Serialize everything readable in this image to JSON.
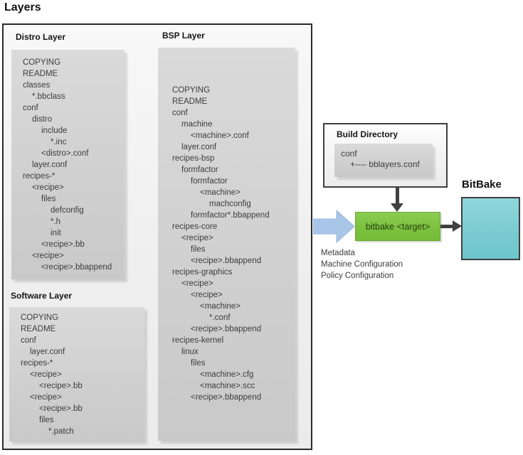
{
  "title": "Layers",
  "colors": {
    "bitbake_command_fill": "#7cc23f",
    "bitbake_command_border": "#69a933",
    "bitbake_output_fill": "#7bcbd1",
    "block_arrow_fill": "#a9c6e8",
    "connector_arrow": "#404040",
    "tree_box_fill": "#d0d0d0",
    "outer_box_fill": "#efefef"
  },
  "layers": {
    "distro": {
      "label": "Distro Layer",
      "items": [
        {
          "level": 0,
          "text": "COPYING"
        },
        {
          "level": 0,
          "text": "README"
        },
        {
          "level": 0,
          "text": "classes"
        },
        {
          "level": 1,
          "text": "*.bbclass"
        },
        {
          "level": 0,
          "text": "conf"
        },
        {
          "level": 1,
          "text": "distro"
        },
        {
          "level": 2,
          "text": "include"
        },
        {
          "level": 3,
          "text": "*.inc"
        },
        {
          "level": 2,
          "text": "<distro>.conf"
        },
        {
          "level": 1,
          "text": "layer.conf"
        },
        {
          "level": 0,
          "text": "recipes-*"
        },
        {
          "level": 1,
          "text": "<recipe>"
        },
        {
          "level": 2,
          "text": "files"
        },
        {
          "level": 3,
          "text": "defconfig"
        },
        {
          "level": 3,
          "text": "*.h"
        },
        {
          "level": 3,
          "text": "init"
        },
        {
          "level": 2,
          "text": "<recipe>.bb"
        },
        {
          "level": 1,
          "text": "<recipe>"
        },
        {
          "level": 2,
          "text": "<recipe>.bbappend"
        }
      ]
    },
    "bsp": {
      "label": "BSP Layer",
      "items": [
        {
          "level": 0,
          "text": "COPYING"
        },
        {
          "level": 0,
          "text": "README"
        },
        {
          "level": 0,
          "text": "conf"
        },
        {
          "level": 1,
          "text": "machine"
        },
        {
          "level": 2,
          "text": "<machine>.conf"
        },
        {
          "level": 1,
          "text": "layer.conf"
        },
        {
          "level": 0,
          "text": "recipes-bsp"
        },
        {
          "level": 1,
          "text": "formfactor"
        },
        {
          "level": 2,
          "text": "formfactor"
        },
        {
          "level": 3,
          "text": "<machine>"
        },
        {
          "level": 4,
          "text": "machconfig"
        },
        {
          "level": 2,
          "text": "formfactor*.bbappend"
        },
        {
          "level": 0,
          "text": "recipes-core"
        },
        {
          "level": 1,
          "text": "<recipe>"
        },
        {
          "level": 2,
          "text": "files"
        },
        {
          "level": 2,
          "text": "<recipe>.bbappend"
        },
        {
          "level": 0,
          "text": "recipes-graphics"
        },
        {
          "level": 1,
          "text": "<recipe>"
        },
        {
          "level": 2,
          "text": "<recipe>"
        },
        {
          "level": 3,
          "text": "<machine>"
        },
        {
          "level": 4,
          "text": "*.conf"
        },
        {
          "level": 2,
          "text": "<recipe>.bbappend"
        },
        {
          "level": 0,
          "text": "recipes-kernel"
        },
        {
          "level": 1,
          "text": "linux"
        },
        {
          "level": 2,
          "text": "files"
        },
        {
          "level": 3,
          "text": "<machine>.cfg"
        },
        {
          "level": 3,
          "text": "<machine>.scc"
        },
        {
          "level": 2,
          "text": "<recipe>.bbappend"
        }
      ]
    },
    "software": {
      "label": "Software Layer",
      "items": [
        {
          "level": 0,
          "text": "COPYING"
        },
        {
          "level": 0,
          "text": "README"
        },
        {
          "level": 0,
          "text": "conf"
        },
        {
          "level": 1,
          "text": "layer.conf"
        },
        {
          "level": 0,
          "text": "recipes-*"
        },
        {
          "level": 1,
          "text": "<recipe>"
        },
        {
          "level": 2,
          "text": "<recipe>.bb"
        },
        {
          "level": 1,
          "text": "<recipe>"
        },
        {
          "level": 2,
          "text": "<recipe>.bb"
        },
        {
          "level": 2,
          "text": "files"
        },
        {
          "level": 3,
          "text": "*.patch"
        }
      ]
    }
  },
  "build_directory": {
    "label": "Build Directory",
    "items": [
      {
        "level": 0,
        "text": "conf"
      },
      {
        "level": 1,
        "text": "+---- bblayers.conf"
      }
    ]
  },
  "bitbake_command": {
    "label": "bitbake <target>"
  },
  "bitbake_output": {
    "label": "BitBake"
  },
  "caption": {
    "lines": [
      "Metadata",
      "Machine Configuration",
      "Policy Configuration"
    ]
  }
}
